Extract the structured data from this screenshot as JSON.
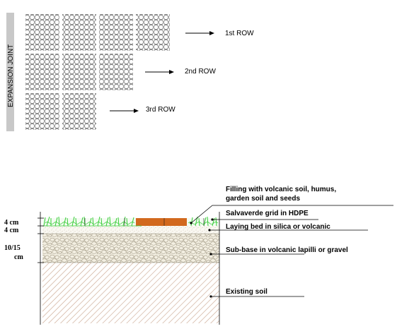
{
  "plan": {
    "joint_label": "EXPANSION JOINT",
    "rows": [
      {
        "label": "1st ROW"
      },
      {
        "label": "2nd ROW"
      },
      {
        "label": "3rd ROW"
      }
    ]
  },
  "section": {
    "dimensions": [
      "4 cm",
      "4 cm",
      "10/15",
      "cm"
    ],
    "layers": [
      {
        "label": "Filling with volcanic soil, humus,",
        "line2": "garden soil and seeds"
      },
      {
        "label": "Salvaverde grid in HDPE"
      },
      {
        "label": "Laying bed in silica or volcanic"
      },
      {
        "label": "Sub-base in volcanic lapilli or gravel"
      },
      {
        "label": "Existing soil"
      }
    ]
  },
  "colors": {
    "joint_bar": "#c8c8c8",
    "grass": "#33cc33",
    "filling": "#d2691e",
    "soil_hatch": "#c8a48c",
    "gravel_bg": "#f3efe2"
  }
}
